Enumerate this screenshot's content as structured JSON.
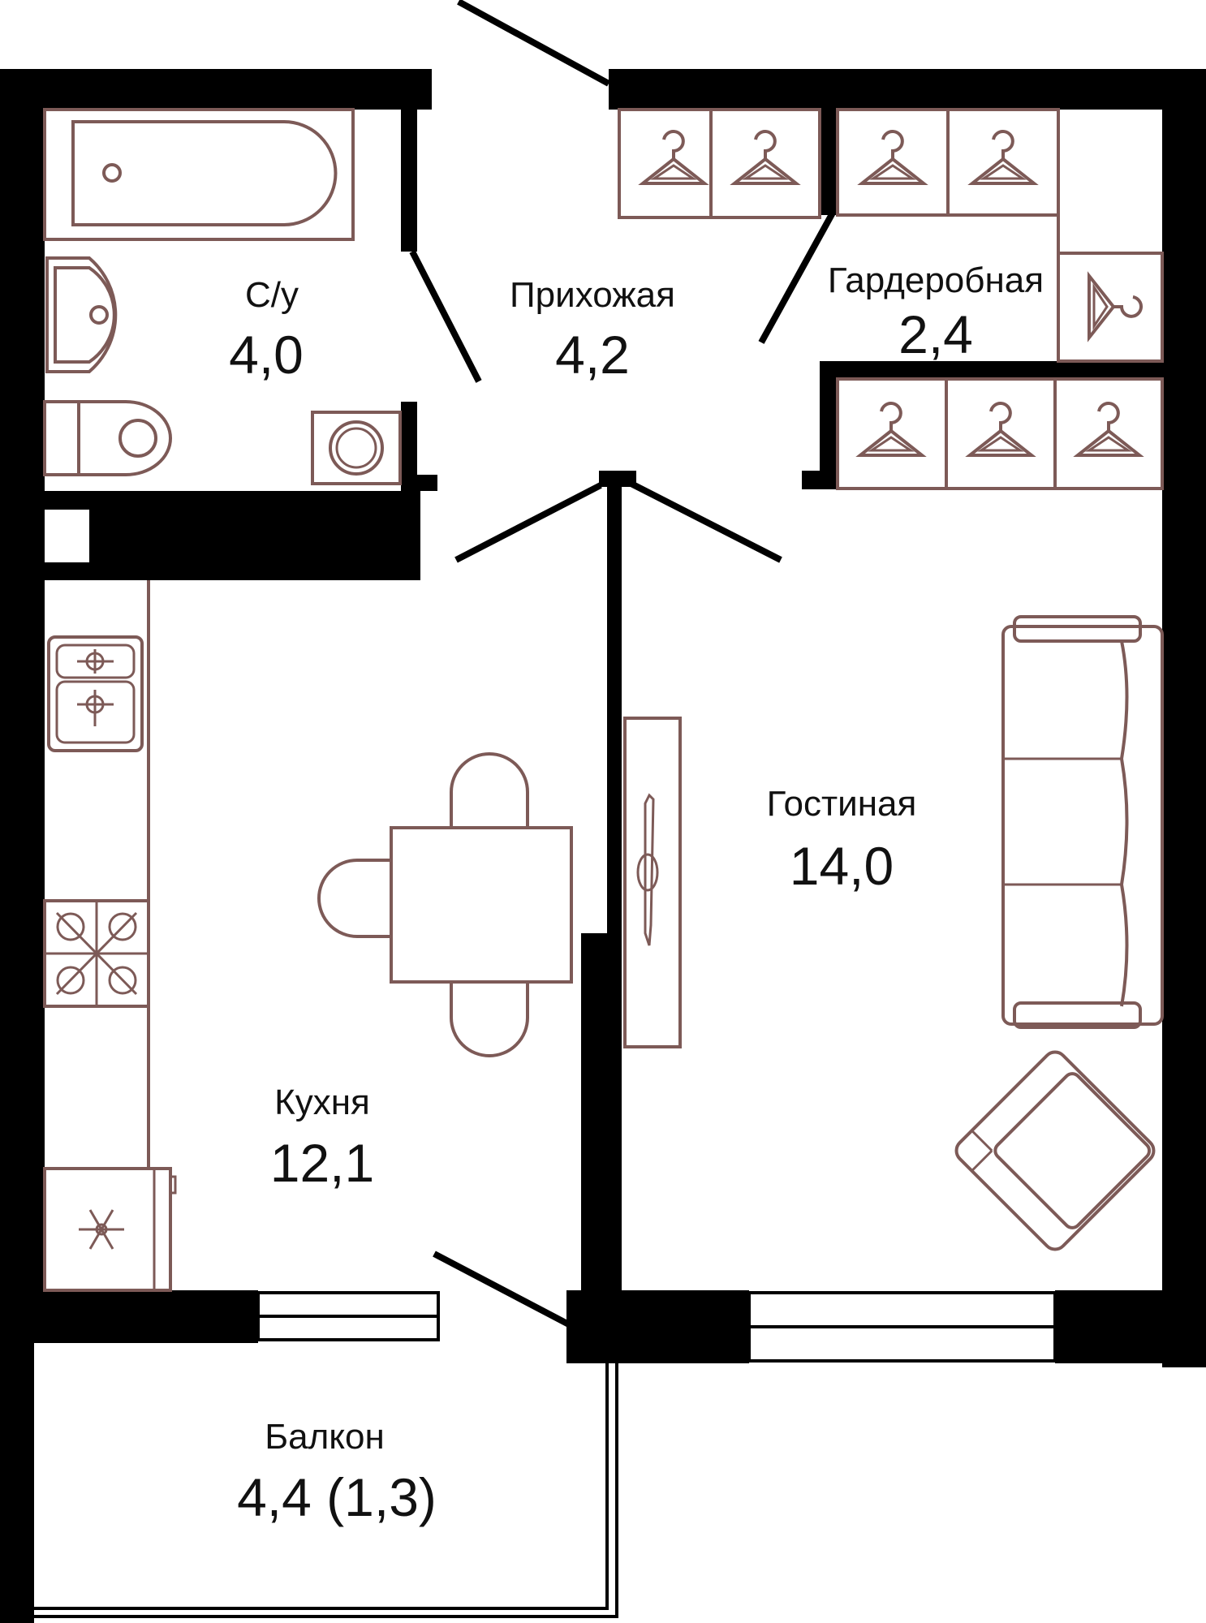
{
  "colors": {
    "wall": "#000000",
    "furniture": "#7d5a57",
    "background": "#ffffff",
    "text": "#111111"
  },
  "rooms": {
    "bathroom": {
      "name": "С/у",
      "area": "4,0"
    },
    "hallway": {
      "name": "Прихожая",
      "area": "4,2"
    },
    "wardrobe": {
      "name": "Гардеробная",
      "area": "2,4"
    },
    "living": {
      "name": "Гостиная",
      "area": "14,0"
    },
    "kitchen": {
      "name": "Кухня",
      "area": "12,1"
    },
    "balcony": {
      "name": "Балкон",
      "area": "4,4 (1,3)"
    }
  },
  "icons": [
    "bathtub-icon",
    "sink-icon",
    "toilet-icon",
    "washing-machine-icon",
    "hanger-icon",
    "stove-icon",
    "hob-icon",
    "fridge-icon",
    "dining-table-icon",
    "chair-icon",
    "sofa-icon",
    "armchair-icon",
    "tv-stand-icon"
  ]
}
